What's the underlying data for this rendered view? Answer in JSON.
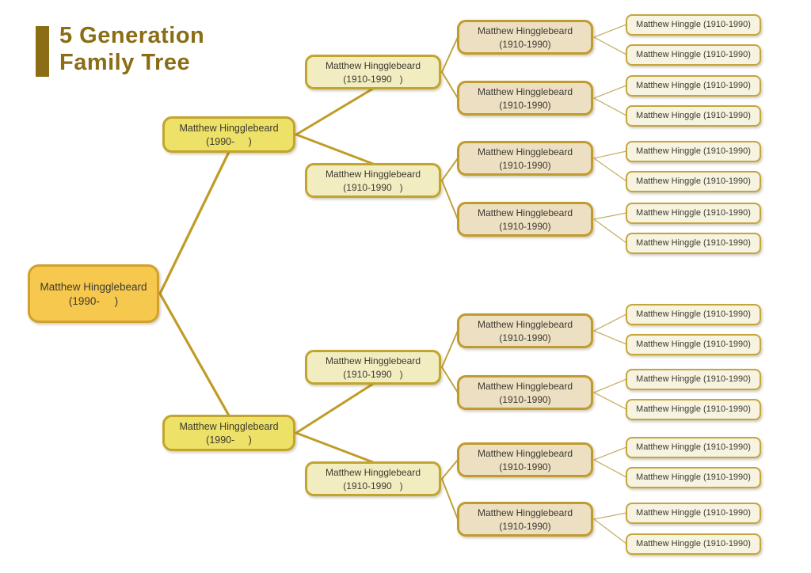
{
  "title": {
    "line1": "5 Generation",
    "line2": "Family Tree",
    "color": "#8a6d15"
  },
  "tree": {
    "generations": [
      {
        "generation": 1,
        "count": 1,
        "line1": "Matthew Hingglebeard",
        "line2": "(1990-     )",
        "fill": "#f6c84e",
        "border": "#d1a02f"
      },
      {
        "generation": 2,
        "count": 2,
        "line1": "Matthew Hingglebeard",
        "line2": "(1990-     )",
        "fill": "#ede167",
        "border": "#c2a52e"
      },
      {
        "generation": 3,
        "count": 4,
        "line1": "Matthew Hingglebeard",
        "line2": "(1910-1990   )",
        "fill": "#f2edc1",
        "border": "#c2a52e"
      },
      {
        "generation": 4,
        "count": 8,
        "line1": "Matthew Hingglebeard",
        "line2": "(1910-1990)",
        "fill": "#ecdfc2",
        "border": "#c29b2e"
      },
      {
        "generation": 5,
        "count": 16,
        "line1": "Matthew Hinggle (1910-1990)",
        "line2": "",
        "fill": "#f6f3e0",
        "border": "#c6a53c"
      }
    ],
    "connector_colors": {
      "thick": "#c09c27",
      "medium": "#c0a340",
      "thin": "#c7b169"
    }
  }
}
